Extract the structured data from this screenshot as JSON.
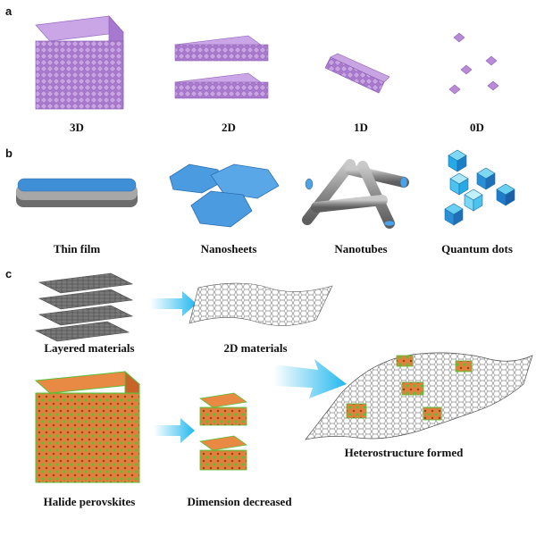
{
  "panels": {
    "a": "a",
    "b": "b",
    "c": "c"
  },
  "row_a": {
    "d3": "3D",
    "d2": "2D",
    "d1": "1D",
    "d0": "0D"
  },
  "row_b": {
    "thin_film": "Thin film",
    "nanosheets": "Nanosheets",
    "nanotubes": "Nanotubes",
    "quantum_dots": "Quantum dots"
  },
  "row_c": {
    "layered": "Layered materials",
    "materials_2d": "2D materials",
    "halide": "Halide perovskites",
    "dim_decreased": "Dimension decreased",
    "heterostructure": "Heterostructure formed"
  },
  "colors": {
    "perovskite_purple": "#b98bd6",
    "blue": "#4a9be0",
    "cyan": "#26c6ee",
    "orange": "#e07a2c",
    "green": "#5bbf3a",
    "gray": "#8a8a8a"
  }
}
